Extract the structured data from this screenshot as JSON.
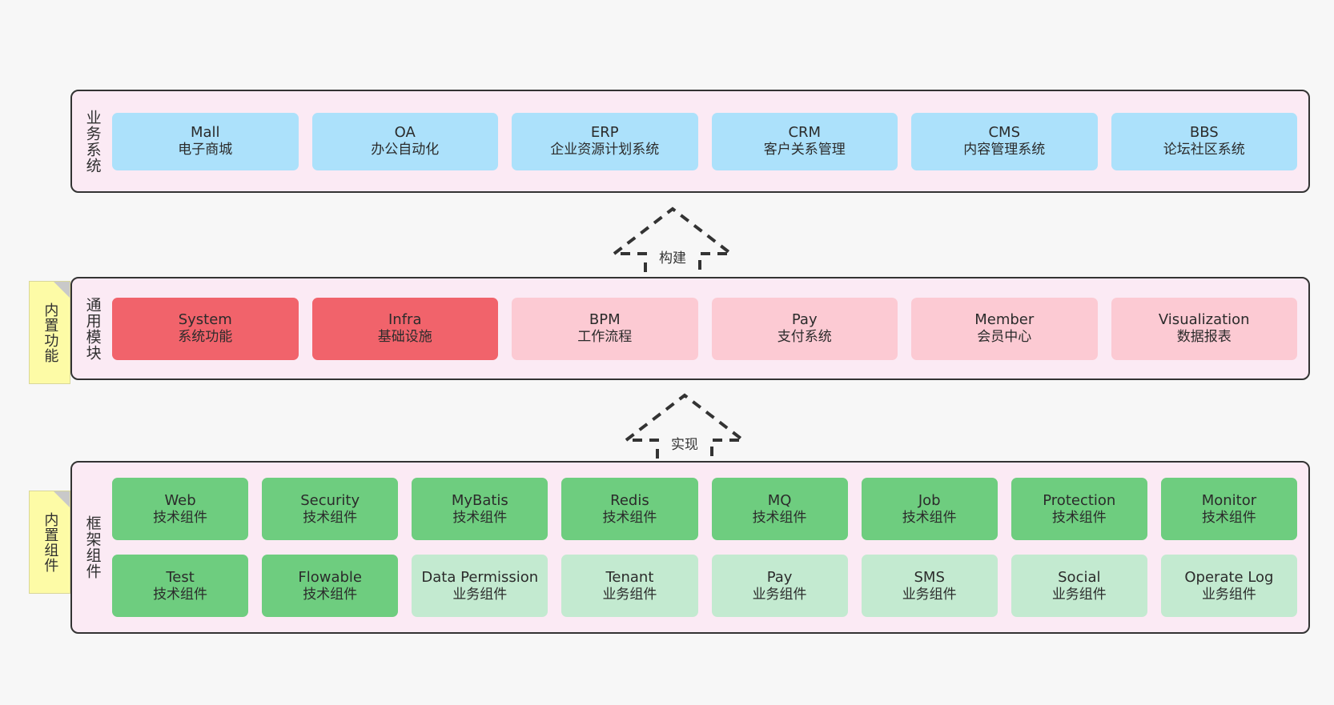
{
  "layers": [
    {
      "key": "business",
      "title": "业务系统",
      "rows": [
        {
          "cards": [
            {
              "en": "Mall",
              "cn": "电子商城",
              "color": "blue"
            },
            {
              "en": "OA",
              "cn": "办公自动化",
              "color": "blue"
            },
            {
              "en": "ERP",
              "cn": "企业资源计划系统",
              "color": "blue"
            },
            {
              "en": "CRM",
              "cn": "客户关系管理",
              "color": "blue"
            },
            {
              "en": "CMS",
              "cn": "内容管理系统",
              "color": "blue"
            },
            {
              "en": "BBS",
              "cn": "论坛社区系统",
              "color": "blue"
            }
          ]
        }
      ]
    },
    {
      "key": "modules",
      "title": "通用模块",
      "rows": [
        {
          "cards": [
            {
              "en": "System",
              "cn": "系统功能",
              "color": "red"
            },
            {
              "en": "Infra",
              "cn": "基础设施",
              "color": "red"
            },
            {
              "en": "BPM",
              "cn": "工作流程",
              "color": "pink"
            },
            {
              "en": "Pay",
              "cn": "支付系统",
              "color": "pink"
            },
            {
              "en": "Member",
              "cn": "会员中心",
              "color": "pink"
            },
            {
              "en": "Visualization",
              "cn": "数据报表",
              "color": "pink"
            }
          ]
        }
      ]
    },
    {
      "key": "framework",
      "title": "框架组件",
      "rows": [
        {
          "cards": [
            {
              "en": "Web",
              "cn": "技术组件",
              "color": "green"
            },
            {
              "en": "Security",
              "cn": "技术组件",
              "color": "green"
            },
            {
              "en": "MyBatis",
              "cn": "技术组件",
              "color": "green"
            },
            {
              "en": "Redis",
              "cn": "技术组件",
              "color": "green"
            },
            {
              "en": "MQ",
              "cn": "技术组件",
              "color": "green"
            },
            {
              "en": "Job",
              "cn": "技术组件",
              "color": "green"
            },
            {
              "en": "Protection",
              "cn": "技术组件",
              "color": "green"
            },
            {
              "en": "Monitor",
              "cn": "技术组件",
              "color": "green"
            }
          ]
        },
        {
          "cards": [
            {
              "en": "Test",
              "cn": "技术组件",
              "color": "green"
            },
            {
              "en": "Flowable",
              "cn": "技术组件",
              "color": "green"
            },
            {
              "en": "Data Permission",
              "cn": "业务组件",
              "color": "mint"
            },
            {
              "en": "Tenant",
              "cn": "业务组件",
              "color": "mint"
            },
            {
              "en": "Pay",
              "cn": "业务组件",
              "color": "mint"
            },
            {
              "en": "SMS",
              "cn": "业务组件",
              "color": "mint"
            },
            {
              "en": "Social",
              "cn": "业务组件",
              "color": "mint"
            },
            {
              "en": "Operate Log",
              "cn": "业务组件",
              "color": "mint"
            }
          ]
        }
      ]
    }
  ],
  "notes": [
    {
      "key": "builtin-function",
      "text": "内置功能"
    },
    {
      "key": "builtin-component",
      "text": "内置组件"
    }
  ],
  "arrows": [
    {
      "key": "build",
      "label": "构建"
    },
    {
      "key": "impl",
      "label": "实现"
    }
  ],
  "colors": {
    "background": "#f7f7f7",
    "layer_fill": "#fbeaf4",
    "layer_border": "#333333",
    "note_fill": "#fdfba6",
    "note_fold": "#c9c9c9",
    "blue": "#ace1fb",
    "red": "#f1636b",
    "pink": "#fccad3",
    "green": "#6ecd7f",
    "mint": "#c3ead0",
    "text": "#2b2b2b"
  }
}
